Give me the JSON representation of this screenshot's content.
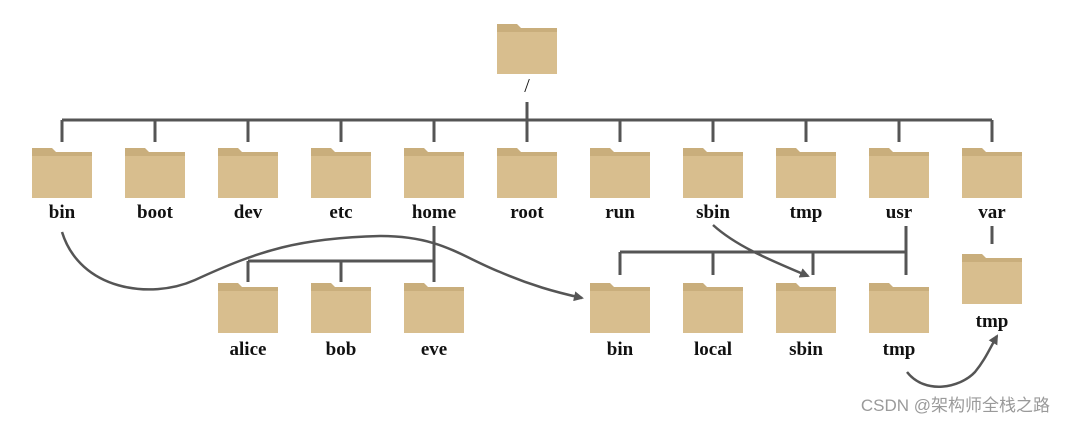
{
  "root": {
    "label": "/"
  },
  "top_level": [
    {
      "label": "bin"
    },
    {
      "label": "boot"
    },
    {
      "label": "dev"
    },
    {
      "label": "etc"
    },
    {
      "label": "home"
    },
    {
      "label": "root"
    },
    {
      "label": "run"
    },
    {
      "label": "sbin"
    },
    {
      "label": "tmp"
    },
    {
      "label": "usr"
    },
    {
      "label": "var"
    }
  ],
  "home_children": [
    {
      "label": "alice"
    },
    {
      "label": "bob"
    },
    {
      "label": "eve"
    }
  ],
  "usr_children": [
    {
      "label": "bin"
    },
    {
      "label": "local"
    },
    {
      "label": "sbin"
    },
    {
      "label": "tmp"
    }
  ],
  "var_children": [
    {
      "label": "tmp"
    }
  ],
  "links": [
    {
      "from": "bin",
      "to": "usr/bin"
    },
    {
      "from": "sbin",
      "to": "usr/sbin"
    },
    {
      "from": "usr/tmp",
      "to": "var/tmp"
    }
  ],
  "colors": {
    "folder": "#d8be8e",
    "folder_tab": "#c9ae7c",
    "line": "#555555"
  },
  "watermark": "CSDN @架构师全栈之路"
}
